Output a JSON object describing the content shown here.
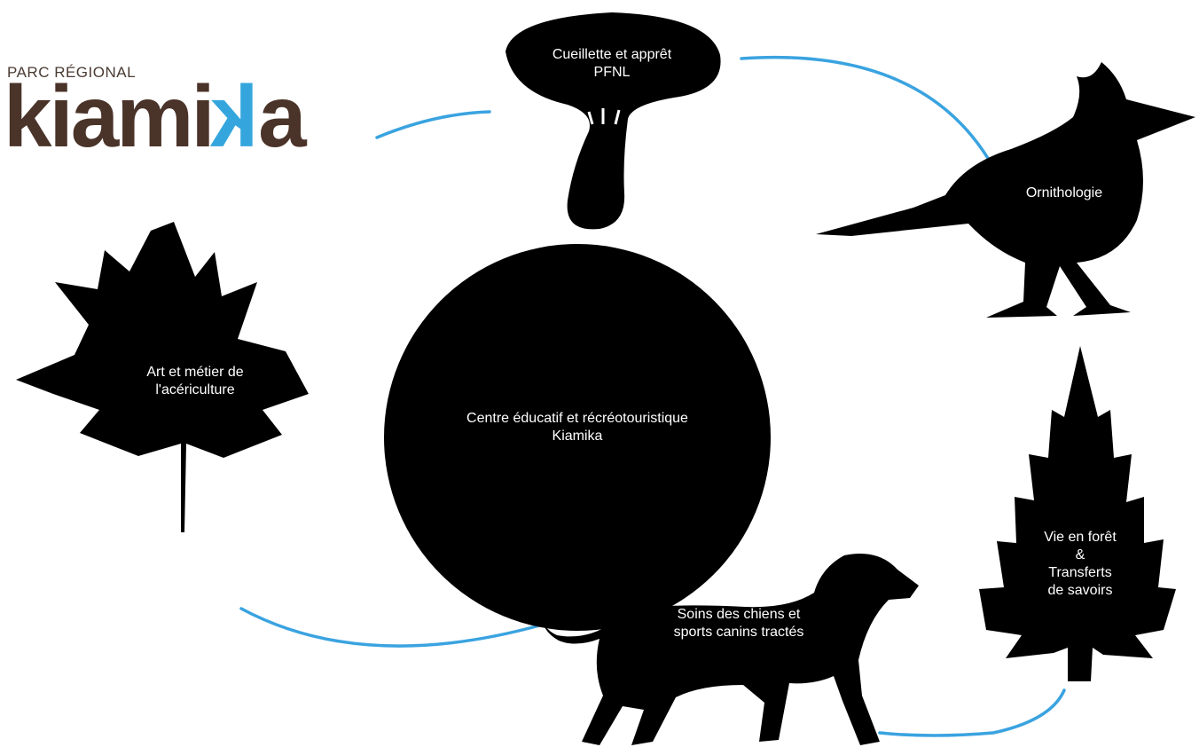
{
  "logo": {
    "subtitle": "PARC RÉGIONAL",
    "name_start": "kiami",
    "name_mirrored": "k",
    "name_end": "a"
  },
  "nodes": {
    "center": {
      "line1": "Centre éducatif et récréotouristique",
      "line2": "Kiamika"
    },
    "mushroom": {
      "line1": "Cueillette et apprêt",
      "line2": "PFNL"
    },
    "bird": {
      "label": "Ornithologie"
    },
    "leaf": {
      "line1": "Art et métier de",
      "line2": "l'acériculture"
    },
    "dog": {
      "line1": "Soins des chiens et",
      "line2": "sports canins tractés"
    },
    "tree": {
      "line1": "Vie en forêt",
      "line2": "&",
      "line3": "Transferts",
      "line4": "de savoirs"
    }
  },
  "colors": {
    "silhouette": "#000000",
    "connector": "#3aa3e0",
    "logo_brown": "#4a3329",
    "logo_blue": "#35a6dd",
    "label": "#ffffff"
  }
}
